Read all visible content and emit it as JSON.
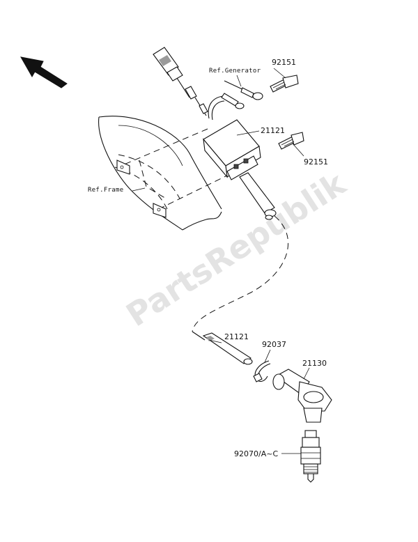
{
  "watermark": "PartsRepublik",
  "references": {
    "generator": "Ref.Generator",
    "frame": "Ref.Frame"
  },
  "callouts": {
    "bolt_upper": "92151",
    "coil": "21121",
    "bolt_lower": "92151",
    "cable": "21121",
    "clamp": "92037",
    "plug_cap": "21130",
    "spark_plug": "92070/A~C"
  }
}
